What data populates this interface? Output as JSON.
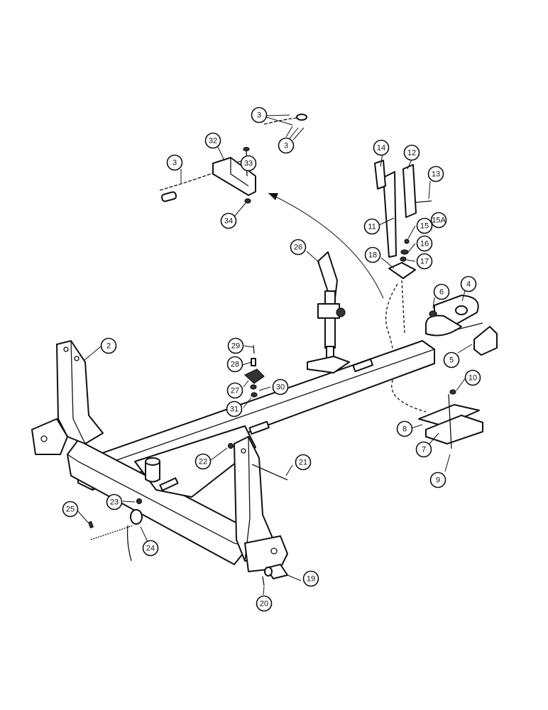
{
  "callouts": [
    {
      "label": "2"
    },
    {
      "label": "3"
    },
    {
      "label": "3"
    },
    {
      "label": "3"
    },
    {
      "label": "4"
    },
    {
      "label": "5"
    },
    {
      "label": "6"
    },
    {
      "label": "7"
    },
    {
      "label": "8"
    },
    {
      "label": "9"
    },
    {
      "label": "10"
    },
    {
      "label": "11"
    },
    {
      "label": "12"
    },
    {
      "label": "13"
    },
    {
      "label": "14"
    },
    {
      "label": "15"
    },
    {
      "label": "15A"
    },
    {
      "label": "16"
    },
    {
      "label": "17"
    },
    {
      "label": "18"
    },
    {
      "label": "19"
    },
    {
      "label": "20"
    },
    {
      "label": "21"
    },
    {
      "label": "22"
    },
    {
      "label": "23"
    },
    {
      "label": "24"
    },
    {
      "label": "25"
    },
    {
      "label": "26"
    },
    {
      "label": "27"
    },
    {
      "label": "28"
    },
    {
      "label": "29"
    },
    {
      "label": "30"
    },
    {
      "label": "31"
    },
    {
      "label": "32"
    },
    {
      "label": "33"
    },
    {
      "label": "34"
    }
  ]
}
